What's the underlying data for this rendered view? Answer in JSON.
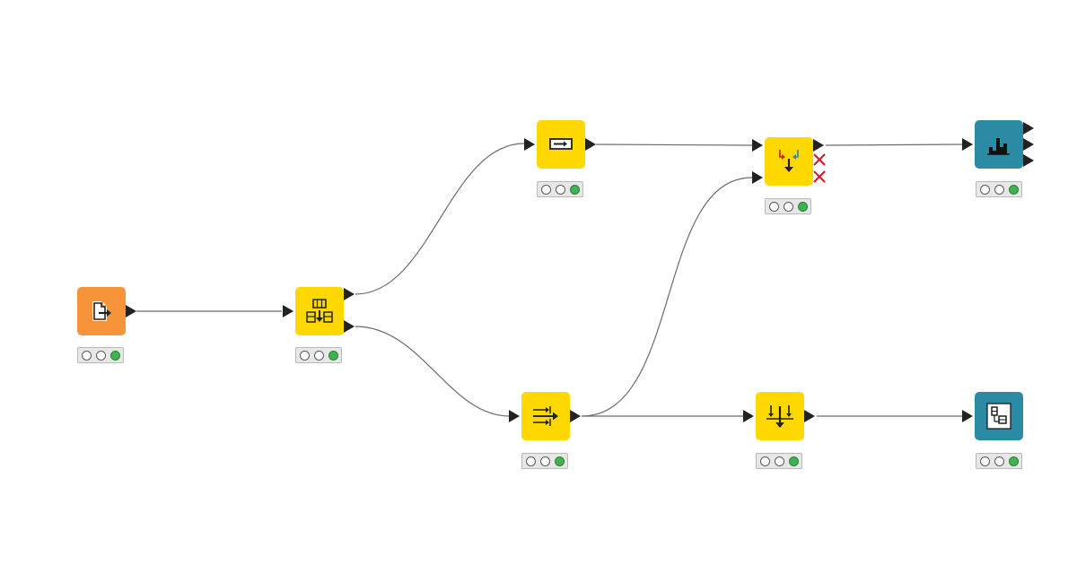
{
  "workflow": {
    "background": "#ffffff",
    "node_colors": {
      "source": "#f7943a",
      "manipulator": "#ffd800",
      "sink": "#2b8ba5",
      "connection": "#6b6b6b",
      "port": "#222222",
      "status_on": "#3fb34f",
      "error_cross": "#e0141e"
    },
    "nodes": [
      {
        "id": "file-reader",
        "kind": "source",
        "icon": "file-export-icon",
        "status": "executed"
      },
      {
        "id": "row-splitter",
        "kind": "manipulator",
        "icon": "row-split-icon",
        "status": "executed"
      },
      {
        "id": "string-manipulation",
        "kind": "manipulator",
        "icon": "string-box-icon",
        "status": "executed"
      },
      {
        "id": "column-filter",
        "kind": "manipulator",
        "icon": "column-filter-icon",
        "status": "executed"
      },
      {
        "id": "concatenate",
        "kind": "manipulator",
        "icon": "concatenate-icon",
        "status": "configured"
      },
      {
        "id": "sorter",
        "kind": "manipulator",
        "icon": "sort-down-icon",
        "status": "executed"
      },
      {
        "id": "report-chart",
        "kind": "sink",
        "icon": "bar-chart-icon",
        "status": "executed"
      },
      {
        "id": "image-viewer",
        "kind": "sink",
        "icon": "image-view-icon",
        "status": "executed"
      }
    ]
  }
}
